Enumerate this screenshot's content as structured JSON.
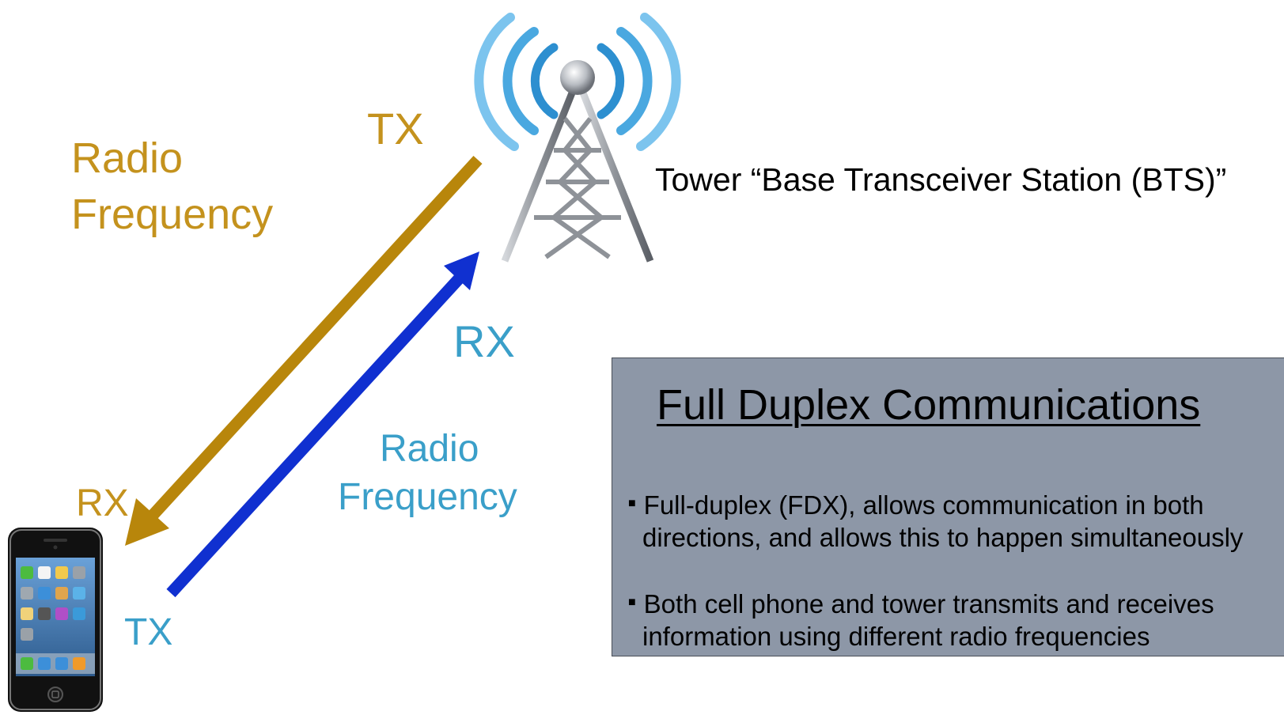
{
  "diagram": {
    "downlink": {
      "label_tx": "TX",
      "label_rx": "RX",
      "label_radio": "Radio",
      "label_frequency": "Frequency",
      "color": "#b8860b"
    },
    "uplink": {
      "label_tx": "TX",
      "label_rx": "RX",
      "label_radio": "Radio",
      "label_frequency": "Frequency",
      "color": "#1030d0"
    },
    "tower_label": "Tower “Base Transceiver Station (BTS)”",
    "icons": [
      "cell-tower-icon",
      "smartphone-icon"
    ]
  },
  "info_box": {
    "title": "Full Duplex Communications",
    "bullets": [
      {
        "line1": "Full-duplex (FDX), allows communication in both",
        "line2": "directions, and allows this to happen simultaneously"
      },
      {
        "line1": "Both cell phone and tower transmits and receives",
        "line2": "information using different radio frequencies"
      }
    ],
    "background": "#8d97a7"
  }
}
